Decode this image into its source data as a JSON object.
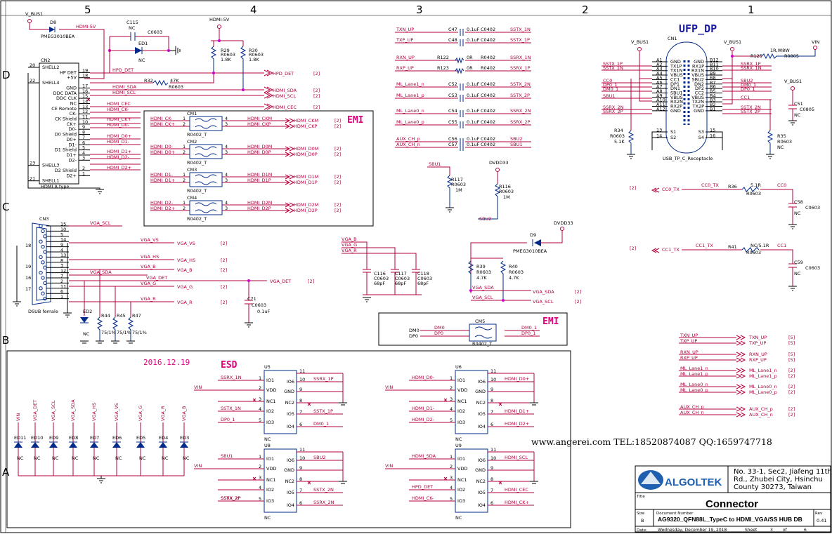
{
  "zones": {
    "top": [
      "5",
      "4",
      "3",
      "2",
      "1"
    ],
    "left": [
      "D",
      "C",
      "B",
      "A"
    ]
  },
  "titles": {
    "ufp": "UFP_DP",
    "emi1": "EMI",
    "emi2": "EMI",
    "esd": "ESD",
    "date": "2016.12.19"
  },
  "hdmi_conn": {
    "ref": "CN2",
    "type": "HDMI A type",
    "pins": [
      {
        "num": "20",
        "name": "SHELL2"
      },
      {
        "num": "19",
        "name": "HP DET"
      },
      {
        "num": "18",
        "name": "+5V"
      },
      {
        "num": "22",
        "name": "SHELL4"
      },
      {
        "num": "17",
        "name": "GND"
      },
      {
        "num": "16",
        "name": "DDC DATA"
      },
      {
        "num": "15",
        "name": "DDC CLK"
      },
      {
        "num": "14",
        "name": "NC"
      },
      {
        "num": "13",
        "name": "CE Remote"
      },
      {
        "num": "12",
        "name": "CK-"
      },
      {
        "num": "11",
        "name": "CK Shield"
      },
      {
        "num": "10",
        "name": "CK+"
      },
      {
        "num": "9",
        "name": "D0-"
      },
      {
        "num": "8",
        "name": "D0 Shield"
      },
      {
        "num": "7",
        "name": "D0+"
      },
      {
        "num": "6",
        "name": "D1-"
      },
      {
        "num": "5",
        "name": "D1 Shield"
      },
      {
        "num": "4",
        "name": "D1+"
      },
      {
        "num": "3",
        "name": "D2-"
      },
      {
        "num": "23",
        "name": "SHELL3"
      },
      {
        "num": "2",
        "name": "D2 Shield"
      },
      {
        "num": "1",
        "name": "D2+"
      },
      {
        "num": "21",
        "name": "SHELL1"
      }
    ],
    "nets": [
      "HPD_DET",
      "HDMI_SDA",
      "HDMI_SCL",
      "HDMI_CEC",
      "HDMI_CK-",
      "HDMI_CK+",
      "HDMI_D0-",
      "HDMI_D0+",
      "HDMI_D1-",
      "HDMI_D1+",
      "HDMI_D2-",
      "HDMI_D2+"
    ]
  },
  "top_parts": {
    "vbus": "V_BUS1",
    "d8": "D8",
    "d8_part": "PMEG3010BEA",
    "hdmi5v": "HDMI-5V",
    "c115": "C115",
    "c115_nc": "NC",
    "c115_pkg": "C0603",
    "ed1": "ED1",
    "ed1_nc": "NC",
    "r29": "R29",
    "r29_pkg": "R0603",
    "r29_val": "1.8K",
    "r30": "R30",
    "r30_pkg": "R0603",
    "r30_val": "1.8K",
    "r32": "R32",
    "r32_val": "47K",
    "r32_pkg": "R0603"
  },
  "hdmi_right_nets": [
    {
      "name": "HPD_DET",
      "ref": "[2]"
    },
    {
      "name": "HDMI_SDA",
      "ref": "[2]"
    },
    {
      "name": "HDMI_SCL",
      "ref": "[2]"
    },
    {
      "name": "HDMI_CEC",
      "ref": "[2]"
    }
  ],
  "cm_blocks": [
    {
      "ref": "CM1",
      "pkg": "R0402_T",
      "in1": "HDMI_CK-",
      "in2": "HDMI_CK+",
      "o1": "HDMI_CKM",
      "o2": "HDMI_CKP",
      "f1": "HDMI_CKM",
      "f2": "HDMI_CKP"
    },
    {
      "ref": "CM2",
      "pkg": "R0402_T",
      "in1": "HDMI_D0-",
      "in2": "HDMI_D0+",
      "o1": "HDMI_D0M",
      "o2": "HDMI_D0P",
      "f1": "HDMI_D0M",
      "f2": "HDMI_D0P"
    },
    {
      "ref": "CM3",
      "pkg": "R0402_T",
      "in1": "HDMI_D1-",
      "in2": "HDMI_D1+",
      "o1": "HDMI_D1M",
      "o2": "HDMI_D1P",
      "f1": "HDMI_D1M",
      "f2": "HDMI_D1P"
    },
    {
      "ref": "CM4",
      "pkg": "R0402_T",
      "in1": "HDMI_D2-",
      "in2": "HDMI_D2+",
      "o1": "HDMI_D2M",
      "o2": "HDMI_D2P",
      "f1": "HDMI_D2M",
      "f2": "HDMI_D2P"
    }
  ],
  "cm_ref": "[2]",
  "caps": [
    {
      "left": "TXN_UP",
      "ref": "C47",
      "val": "0.1uF",
      "pkg": "C0402",
      "right": "SSTX_1N"
    },
    {
      "left": "TXP_UP",
      "ref": "C48",
      "val": "0.1uF",
      "pkg": "C0402",
      "right": "SSTX_1P"
    },
    {
      "left": "RXN_UP",
      "ref": "R122",
      "val": "0R",
      "pkg": "R0402",
      "right": "SSRX_1N"
    },
    {
      "left": "RXP_UP",
      "ref": "R123",
      "val": "0R",
      "pkg": "R0402",
      "right": "SSRX_1P"
    },
    {
      "left": "ML_Lane1_n",
      "ref": "C52",
      "val": "0.1uF",
      "pkg": "C0402",
      "right": "SSTX_2N"
    },
    {
      "left": "ML_Lane1_p",
      "ref": "C53",
      "val": "0.1uF",
      "pkg": "C0402",
      "right": "SSTX_2P"
    },
    {
      "left": "ML_Lane0_n",
      "ref": "C54",
      "val": "0.1uF",
      "pkg": "C0402",
      "right": "SSRX_2N"
    },
    {
      "left": "ML_Lane0_p",
      "ref": "C55",
      "val": "0.1uF",
      "pkg": "C0402",
      "right": "SSRX_2P"
    },
    {
      "left": "AUX_CH_p",
      "ref": "C56",
      "val": "0.1uF",
      "pkg": "C0402",
      "right": "SBU2"
    },
    {
      "left": "AUX_CH_n",
      "ref": "C57",
      "val": "0.1uF",
      "pkg": "C0402",
      "right": "SBU1"
    }
  ],
  "sbu": {
    "sbu1": "SBU1",
    "dvdd": "DVDD33",
    "r117": "R117",
    "r117_pkg": "R0603",
    "r117_val": "1M",
    "r116": "R116",
    "r116_pkg": "R0603",
    "r116_val": "1M",
    "sbu2": "SBU2"
  },
  "usbc": {
    "ref": "CN1",
    "part": "USB_TP_C_Receptacle",
    "left_pins": [
      {
        "p": "A1",
        "n": "GND"
      },
      {
        "p": "A2",
        "n": "TX1P"
      },
      {
        "p": "A3",
        "n": "TX1N"
      },
      {
        "p": "A4",
        "n": "VBUS"
      },
      {
        "p": "A5",
        "n": "CC1"
      },
      {
        "p": "A6",
        "n": "DP1"
      },
      {
        "p": "A7",
        "n": "DN1"
      },
      {
        "p": "A8",
        "n": "SBU1"
      },
      {
        "p": "A9",
        "n": "VBUS"
      },
      {
        "p": "A10",
        "n": "RX2N"
      },
      {
        "p": "A11",
        "n": "RX2P"
      },
      {
        "p": "A12",
        "n": "GND"
      },
      {
        "p": "13",
        "n": "S1"
      },
      {
        "p": "14",
        "n": "S2"
      }
    ],
    "right_pins": [
      {
        "p": "B12",
        "n": "GND"
      },
      {
        "p": "B11",
        "n": "RX1P"
      },
      {
        "p": "B10",
        "n": "RX1N"
      },
      {
        "p": "B9",
        "n": "VBUS"
      },
      {
        "p": "B8",
        "n": "SBU2"
      },
      {
        "p": "B7",
        "n": "DN2"
      },
      {
        "p": "B6",
        "n": "DP2"
      },
      {
        "p": "B5",
        "n": "CC2"
      },
      {
        "p": "B4",
        "n": "VBUS"
      },
      {
        "p": "B3",
        "n": "TX2N"
      },
      {
        "p": "B2",
        "n": "TX2P"
      },
      {
        "p": "B1",
        "n": "GND"
      },
      {
        "p": "15",
        "n": "S3"
      },
      {
        "p": "16",
        "n": "S4"
      }
    ],
    "left_nets": [
      "SSTX_1P",
      "SSTX_1N",
      "CC0",
      "DP0_1",
      "DM0_1",
      "SBU1",
      "SSRX_2N",
      "SSRX_2P"
    ],
    "right_nets": [
      "SSRX_1P",
      "SSRX_1N",
      "SBU2",
      "DM0_1",
      "DP0_1",
      "CC1",
      "SSTX_2N",
      "SSTX_2P"
    ],
    "vbus_l": "V_BUS1",
    "vbus_r": "V_BUS1",
    "vin": "VIN",
    "r125": "R125",
    "r125_val": "1R,W8W",
    "r125_pkg": "R0805",
    "vbus_c51": "V_BUS1",
    "c51": "C51",
    "c51_pkg": "C0805",
    "c51_nc": "NC",
    "r34": "R34",
    "r34_pkg": "R0603",
    "r34_val": "5.1K",
    "r35": "R35",
    "r35_pkg": "R0603",
    "r35_nc": "NC"
  },
  "cc": {
    "cc0_tx": "CC0_TX",
    "cc0_tx2": "CC0_TX",
    "r36": "R36",
    "r36_val": "5.1R",
    "r36_pkg": "R0603",
    "cc0": "CC0",
    "c58": "C58",
    "c58_pkg": "C0603",
    "c58_nc": "NC",
    "cc1_tx": "CC1_TX",
    "cc1_tx2": "CC1_TX",
    "r41": "R41",
    "r41_val": "NC/5.1R",
    "r41_pkg": "R0603",
    "cc1": "CC1",
    "c59": "C59",
    "c59_pkg": "C0603",
    "c59_nc": "NC",
    "ref": "[2]"
  },
  "vga_conn": {
    "ref": "CN3",
    "label": "DSUB female",
    "pins": [
      "15",
      "10",
      "5",
      "14",
      "9",
      "4",
      "13",
      "8",
      "3",
      "12",
      "7",
      "2",
      "11",
      "6",
      "1"
    ],
    "shell": [
      "18",
      "19",
      "16",
      "17"
    ],
    "nets": [
      {
        "name": "VGA_SCL",
        "to": ""
      },
      {
        "name": "VGA_VS",
        "to": "VGA_VS"
      },
      {
        "name": "VGA_HS",
        "to": "VGA_HS"
      },
      {
        "name": "VGA_B",
        "to": "VGA_B"
      },
      {
        "name": "VGA_SDA",
        "to": ""
      },
      {
        "name": "VGA_DET",
        "to": "VGA_DET"
      },
      {
        "name": "VGA_G",
        "to": "VGA_G"
      },
      {
        "name": "VGA_R",
        "to": "VGA_R"
      }
    ],
    "c71": "C71",
    "c71_pkg": "C0603",
    "c71_val": "0.1uF",
    "ed2": "ED2",
    "ed2_nc": "NC",
    "r44": "R44",
    "r44_val": "75/1%",
    "r45": "R45",
    "r45_val": "75/1%",
    "r47": "R47",
    "r47_val": "75/1%"
  },
  "vga_caps": {
    "nets": [
      "VGA_B",
      "VGA_G",
      "VGA_R"
    ],
    "c116": "C116",
    "c117": "C117",
    "c118": "C118",
    "pkg": "C0603",
    "val": "68pF"
  },
  "vga_i2c": {
    "dvdd": "DVDD33",
    "d9": "D9",
    "d9_part": "PMEG3010BEA",
    "r39": "R39",
    "r39_pkg": "R0603",
    "r39_val": "4.7K",
    "r40": "R40",
    "r40_pkg": "R0603",
    "r40_val": "4.7K",
    "sda": "VGA_SDA",
    "scl": "VGA_SCL",
    "ref": "[2]"
  },
  "cm5": {
    "ref": "CM5",
    "pkg": "R0402_T",
    "in1": "DM0",
    "in2": "DP0",
    "n1": "DM0",
    "n2": "DP0",
    "o1": "DM0_1",
    "o2": "DP0_1"
  },
  "right_offpage": [
    {
      "a": "TXN_UP",
      "b": "TXN_UP",
      "r": "[5]"
    },
    {
      "a": "TXP_UP",
      "b": "TXP_UP",
      "r": "[5]"
    },
    {
      "a": "RXN_UP",
      "b": "RXN_UP",
      "r": "[5]"
    },
    {
      "a": "RXP_UP",
      "b": "RXP_UP",
      "r": "[5]"
    },
    {
      "a": "ML_Lane1_n",
      "b": "ML_Lane1_n",
      "r": "[2]"
    },
    {
      "a": "ML_Lane1_p",
      "b": "ML_Lane1_p",
      "r": "[2]"
    },
    {
      "a": "ML_Lane0_n",
      "b": "ML_Lane0_n",
      "r": "[2]"
    },
    {
      "a": "ML_Lane0_p",
      "b": "ML_Lane0_p",
      "r": "[2]"
    },
    {
      "a": "AUX_CH_p",
      "b": "AUX_CH_p",
      "r": "[2]"
    },
    {
      "a": "AUX_CH_n",
      "b": "AUX_CH_n",
      "r": "[2]"
    }
  ],
  "esd_diodes": [
    {
      "ref": "ED11",
      "net": "VIN"
    },
    {
      "ref": "ED10",
      "net": "VGA_DET"
    },
    {
      "ref": "ED9",
      "net": "VGA_SCL"
    },
    {
      "ref": "ED8",
      "net": "VGA_SDA"
    },
    {
      "ref": "ED7",
      "net": "VGA_HS"
    },
    {
      "ref": "ED6",
      "net": "VGA_VS"
    },
    {
      "ref": "ED5",
      "net": "VGA_G"
    },
    {
      "ref": "ED4",
      "net": "VGA_R"
    },
    {
      "ref": "ED3",
      "net": "VGA_B"
    }
  ],
  "esd_nc": "NC",
  "esd_ics": [
    {
      "ref": "U5",
      "vin": "VIN",
      "l": [
        "SSRX_1N",
        "",
        "",
        "SSTX_1N",
        "",
        "DP0_1"
      ],
      "r": [
        "",
        "SSRX_1P",
        "",
        "",
        "SSTX_1P",
        "DM0_1"
      ]
    },
    {
      "ref": "U6",
      "vin": "VIN",
      "l": [
        "HDMI_D0-",
        "",
        "",
        "HDMI_D1-",
        "HDMI_D2-",
        ""
      ],
      "r": [
        "",
        "HDMI_D0+",
        "",
        "",
        "HDMI_D1+",
        "HDMI_D2+"
      ]
    },
    {
      "ref": "U8",
      "vin": "VIN",
      "l": [
        "SBU1",
        "",
        "",
        "",
        "SSTX_2P",
        "SSRX_2P"
      ],
      "r": [
        "",
        "SBU2",
        "",
        "",
        "SSTX_2N",
        "SSRX_2N"
      ]
    },
    {
      "ref": "U9",
      "vin": "VIN",
      "l": [
        "HDMI_SDA",
        "",
        "",
        "HPD_DET",
        "HDMI_CK-",
        ""
      ],
      "r": [
        "",
        "HDMI_SCL",
        "",
        "",
        "HDMI_CEC",
        "HDMI_CK+"
      ]
    }
  ],
  "ic_pins": {
    "left": [
      {
        "n": "1",
        "t": "IO1"
      },
      {
        "n": "2",
        "t": "VDD"
      },
      {
        "n": "3",
        "t": "NC1"
      },
      {
        "n": "4",
        "t": "IO2"
      },
      {
        "n": "5",
        "t": "IO3"
      }
    ],
    "right": [
      {
        "n": "11",
        "t": ""
      },
      {
        "n": "10",
        "t": "IO6"
      },
      {
        "n": "9",
        "t": "GND"
      },
      {
        "n": "8",
        "t": "NC2"
      },
      {
        "n": "7",
        "t": "IO5"
      },
      {
        "n": "6",
        "t": "IO4"
      }
    ],
    "nc": "NC"
  },
  "watermark": "www.angerei.com TEL:18520874087 QQ:1659747718",
  "titleblock": {
    "company": "ALGOLTEK",
    "address": [
      "No. 33-1, Sec2, Jiafeng 11th",
      "Rd., Zhubei City, Hsinchu",
      "County 30273, Taiwan"
    ],
    "title_label": "Title",
    "title": "Connector",
    "size_label": "Size",
    "size": "B",
    "docnum_label": "Document Number",
    "docnum": "AG9320_QFN88L_TypeC to HDMI_VGA/SS HUB DB",
    "rev_label": "Rev",
    "rev": "0.41",
    "date_label": "Date:",
    "date": "Wednesday, December 19, 2018",
    "sheet_label": "Sheet",
    "sheet": "3",
    "of": "of",
    "total": "6"
  }
}
